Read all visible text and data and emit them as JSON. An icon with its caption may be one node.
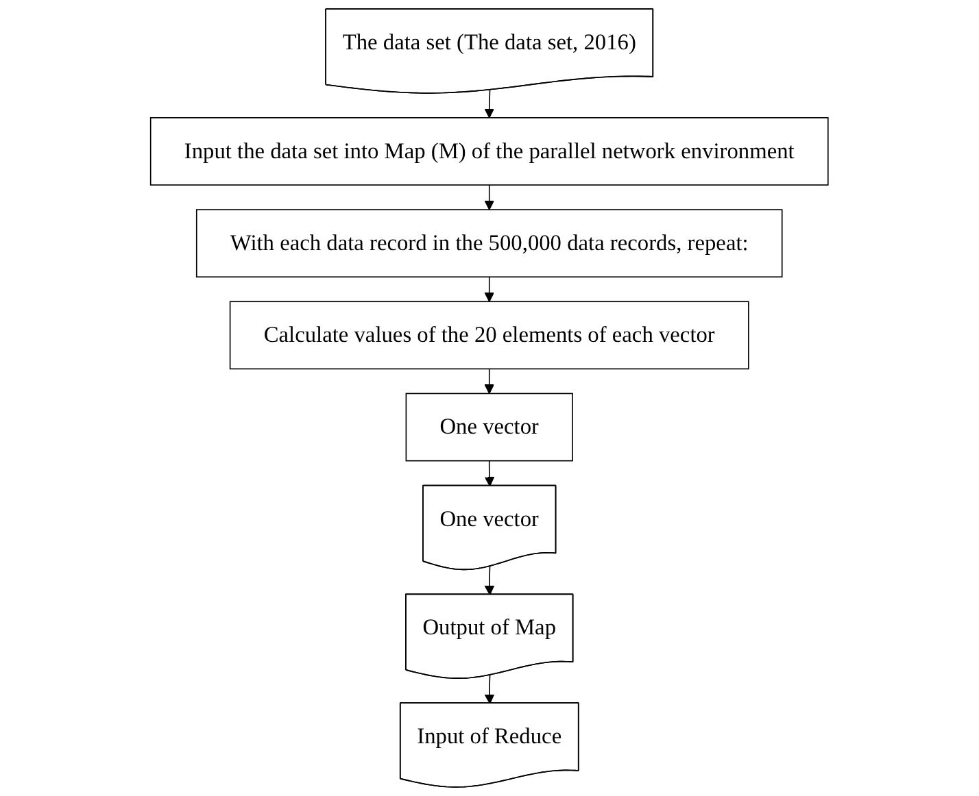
{
  "diagram": {
    "nodes": [
      {
        "text": [
          "The data set (The data set, 2016)"
        ]
      },
      {
        "text": [
          "Input the data set into Map (M) of the parallel network environment"
        ]
      },
      {
        "text": [
          "With each data record in the 500,000 data records, repeat:"
        ]
      },
      {
        "text": [
          "Calculate values of the 20 elements of each vector"
        ]
      },
      {
        "text": [
          "One vector"
        ]
      },
      {
        "text": [
          "One vector"
        ]
      },
      {
        "text": [
          "Output of Map"
        ]
      },
      {
        "text": [
          "Input of Reduce"
        ]
      }
    ],
    "edges": [
      {
        "from": 0,
        "to": 1,
        "arrow": "to"
      },
      {
        "from": 1,
        "to": 2,
        "arrow": "to"
      },
      {
        "from": 2,
        "to": 3,
        "arrow": "to"
      },
      {
        "from": 3,
        "to": 4,
        "arrow": "to"
      },
      {
        "from": 4,
        "to": 5,
        "arrow": "to"
      },
      {
        "from": 5,
        "to": 6,
        "arrow": "to"
      },
      {
        "from": 6,
        "to": 7,
        "arrow": "to"
      }
    ]
  }
}
